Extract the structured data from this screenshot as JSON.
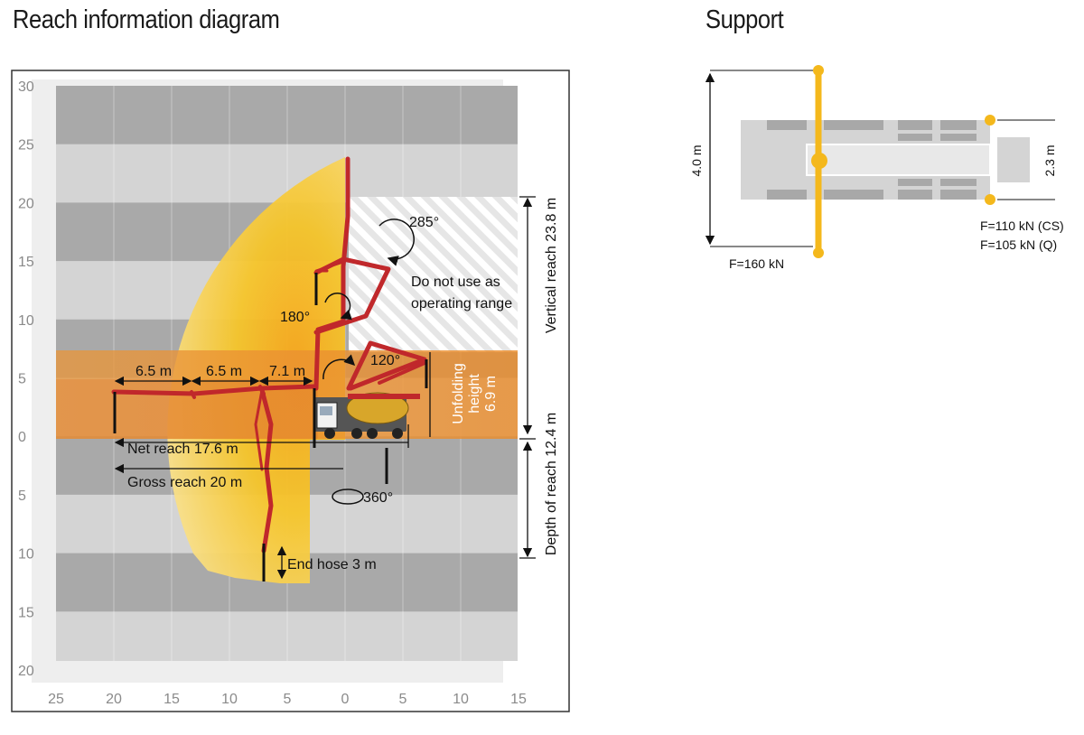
{
  "reach": {
    "title": "Reach information diagram",
    "y_ticks": [
      "30",
      "25",
      "20",
      "15",
      "10",
      "5",
      "0",
      "5",
      "10",
      "15",
      "20"
    ],
    "x_ticks": [
      "25",
      "20",
      "15",
      "10",
      "5",
      "0",
      "5",
      "10",
      "15"
    ],
    "labels": {
      "seg1": "6.5 m",
      "seg2": "6.5 m",
      "seg3": "7.1 m",
      "net_reach": "Net reach 17.6 m",
      "gross_reach": "Gross reach 20 m",
      "end_hose": "End hose 3 m",
      "rot360": "360°",
      "rot285": "285°",
      "rot180": "180°",
      "rot120": "120°",
      "no_use_1": "Do not use as",
      "no_use_2": "operating range",
      "unfold_1": "Unfolding",
      "unfold_2": "height",
      "unfold_3": "6.9 m",
      "vertical_reach": "Vertical reach 23.8 m",
      "depth_reach": "Depth of reach 12.4 m"
    }
  },
  "support": {
    "title": "Support",
    "width_label": "4.0 m",
    "rear_label": "2.3 m",
    "force_front": "F=160 kN",
    "force_rear_1": "F=110 kN (CS)",
    "force_rear_2": "F=105 kN (Q)"
  },
  "colors": {
    "boom": "#c0282b",
    "envelope": "#f5c318",
    "unfold_band": "#e8872a",
    "support_yellow": "#f4b81c",
    "grid_dark": "#a9a9a9",
    "grid_light": "#d4d4d4"
  }
}
